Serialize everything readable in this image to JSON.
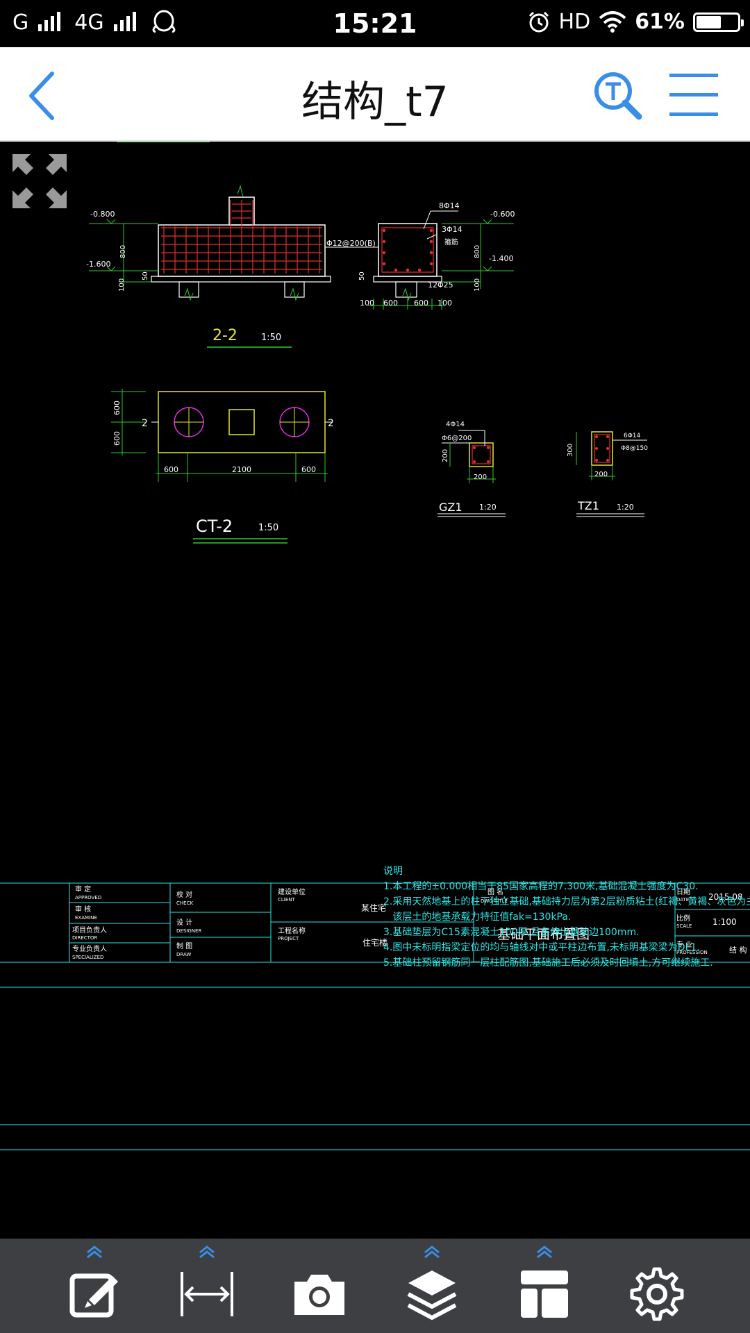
{
  "status_bar": {
    "carrier": "G",
    "network": "4G",
    "time": "15:21",
    "hd": "HD",
    "battery": "61%",
    "battery_level": 0.61
  },
  "header": {
    "title": "结构_t7",
    "back_icon": "chevron-left-icon",
    "search_icon": "text-search-icon",
    "menu_icon": "hamburger-menu-icon"
  },
  "drawing": {
    "section_2_2": {
      "label": "2-2",
      "scale": "1:50",
      "elev_left_top": "-0.800",
      "elev_left_bottom": "-1.600",
      "dim_800": "800",
      "dim_100": "100",
      "dim_50": "50",
      "rebar_main": "Φ12@200(B)",
      "rebar_top": "8Φ14",
      "rebar_side": "3Φ14",
      "rebar_side2": "箍筋",
      "rebar_bottom": "12Φ25",
      "elev_right_top": "-0.600",
      "elev_right_mid": "-1.400",
      "dim_800r": "800",
      "dim_100r": "100",
      "dims_bottom": [
        "100",
        "600",
        "600",
        "100"
      ]
    },
    "ct2": {
      "label": "CT-2",
      "scale": "1:50",
      "dims_left": [
        "600",
        "600"
      ],
      "dims_bottom": [
        "600",
        "2100",
        "600"
      ],
      "cut_mark": "2"
    },
    "gz1": {
      "label": "GZ1",
      "scale": "1:20",
      "rebar1": "4Φ14",
      "rebar2": "Φ6@200",
      "dim_side": "200",
      "dim_bottom": "200"
    },
    "tz1": {
      "label": "TZ1",
      "scale": "1:20",
      "rebar1": "6Φ14",
      "rebar2": "Φ8@150",
      "dim_side": "300",
      "dim_bottom": "200"
    },
    "notes": {
      "title": "说明",
      "lines": [
        "1.本工程的±0.000相当于85国家高程的7.300米,基础混凝土强度为C30.",
        "2.采用天然地基上的柱下独立基础,基础持力层为第2层粉质粘土(红褐、黄褐、灰色为主),",
        "   该层土的地基承载力特征值fak=130kPa.",
        "3.基础垫层为C15素混凝土100厚,且各伸出基础边100mm.",
        "4.图中未标明指梁定位的均与轴线对中或平柱边布置,未标明基梁梁为DL1.",
        "5.基础柱预留钢筋同一层柱配筋图,基础施工后必须及时回填土,方可继续施工."
      ]
    },
    "title_block": {
      "approved": "审 定",
      "approved_en": "APPROVED",
      "examine": "审 核",
      "examine_en": "EXAMINE",
      "director": "项目负责人",
      "director_en": "DIRECTOR",
      "specialized": "专业负责人",
      "specialized_en": "SPECIALIZED",
      "check": "校 对",
      "check_en": "CHECK",
      "designer": "设 计",
      "designer_en": "DESIGNER",
      "draw": "制 图",
      "draw_en": "DRAW",
      "client": "建设单位",
      "client_en": "CLIENT",
      "client_value": "某住宅",
      "project": "工程名称",
      "project_en": "PROJECT",
      "project_value": "住宅楼",
      "dwg_title": "图 名",
      "dwg_title_en": "DWG TITLE",
      "dwg_title_value": "基础平面布置图",
      "date": "日期",
      "date_en": "DATE",
      "date_value": "2015.08",
      "scale": "比例",
      "scale_en": "SCALE",
      "scale_value": "1:100",
      "profession": "专 业",
      "profession_en": "PROFESSION",
      "profession_value": "结 构"
    }
  },
  "toolbar": {
    "items": [
      {
        "name": "edit",
        "icon": "edit-icon",
        "expandable": true
      },
      {
        "name": "measure",
        "icon": "measure-distance-icon",
        "expandable": true
      },
      {
        "name": "camera",
        "icon": "camera-icon",
        "expandable": false
      },
      {
        "name": "layers",
        "icon": "layers-icon",
        "expandable": true
      },
      {
        "name": "layout",
        "icon": "layout-icon",
        "expandable": true
      },
      {
        "name": "settings",
        "icon": "gear-icon",
        "expandable": false
      }
    ]
  },
  "colors": {
    "accent": "#3a8ee6",
    "cad_green": "#2ecc2e",
    "cad_yellow": "#e6e62e",
    "cad_cyan": "#2ee6e6",
    "cad_red": "#e62e2e",
    "cad_magenta": "#e62ee6",
    "cad_white": "#ffffff",
    "toolbar_bg": "#3d3f42"
  }
}
